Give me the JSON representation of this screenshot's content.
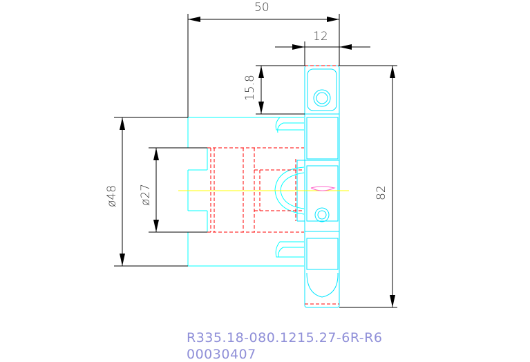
{
  "drawing": {
    "dimensions": {
      "overall_width": "50",
      "tooth_width": "12",
      "top_offset": "15.8",
      "outer_diameter": "ø48",
      "bore_diameter": "ø27",
      "overall_height": "82"
    },
    "part_number": "R335.18-080.1215.27-6R-R6",
    "code": "00030407",
    "colors": {
      "background": "#ffffff",
      "body_outline": "#00ffff",
      "insert_outline": "#00e5ff",
      "hidden_lines": "#ff0000",
      "centerline": "#ffff00",
      "dimension_lines": "#000000",
      "caption_text": "#8f8fd8"
    }
  }
}
